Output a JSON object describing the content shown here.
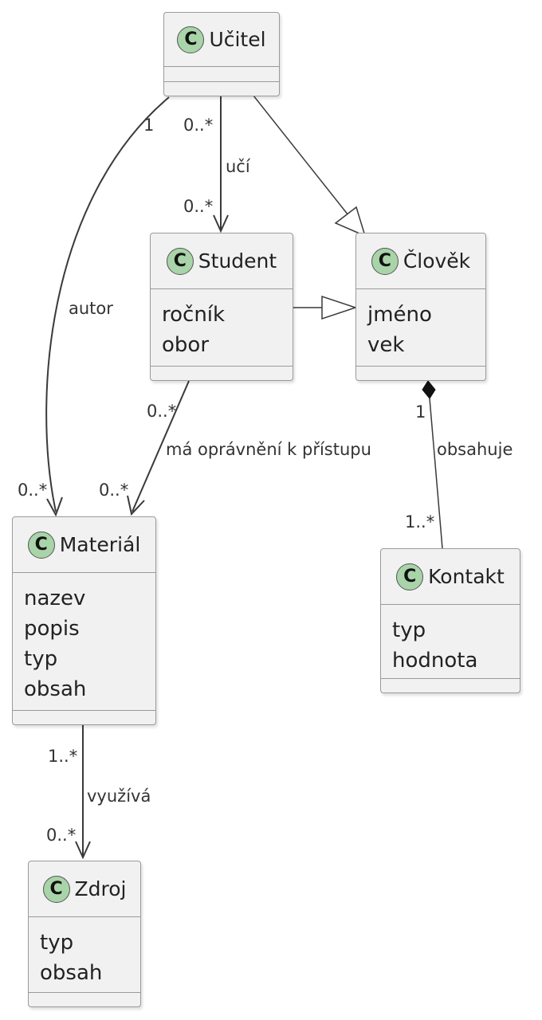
{
  "classes": {
    "ucitel": {
      "name": "Učitel",
      "stereotype": "C",
      "attributes": []
    },
    "student": {
      "name": "Student",
      "stereotype": "C",
      "attributes": [
        "ročník",
        "obor"
      ]
    },
    "clovek": {
      "name": "Člověk",
      "stereotype": "C",
      "attributes": [
        "jméno",
        "vek"
      ]
    },
    "material": {
      "name": "Materiál",
      "stereotype": "C",
      "attributes": [
        "nazev",
        "popis",
        "typ",
        "obsah"
      ]
    },
    "kontakt": {
      "name": "Kontakt",
      "stereotype": "C",
      "attributes": [
        "typ",
        "hodnota"
      ]
    },
    "zdroj": {
      "name": "Zdroj",
      "stereotype": "C",
      "attributes": [
        "typ",
        "obsah"
      ]
    }
  },
  "relations": {
    "uci": {
      "label": "učí",
      "source_mult": "0..*",
      "target_mult": "0..*"
    },
    "autor": {
      "label": "autor",
      "source_mult": "1",
      "target_mult": "0..*"
    },
    "pristup": {
      "label": "má oprávnění k přístupu",
      "source_mult": "0..*",
      "target_mult": "0..*"
    },
    "obsahuje": {
      "label": "obsahuje",
      "source_mult": "1",
      "target_mult": "1..*"
    },
    "vyuziva": {
      "label": "využívá",
      "source_mult": "1..*",
      "target_mult": "0..*"
    }
  },
  "colors": {
    "class_fill": "#f1f1f1",
    "class_border": "#9a9a9a",
    "circle_fill": "#a9d4a9",
    "line": "#3a3a3a"
  }
}
